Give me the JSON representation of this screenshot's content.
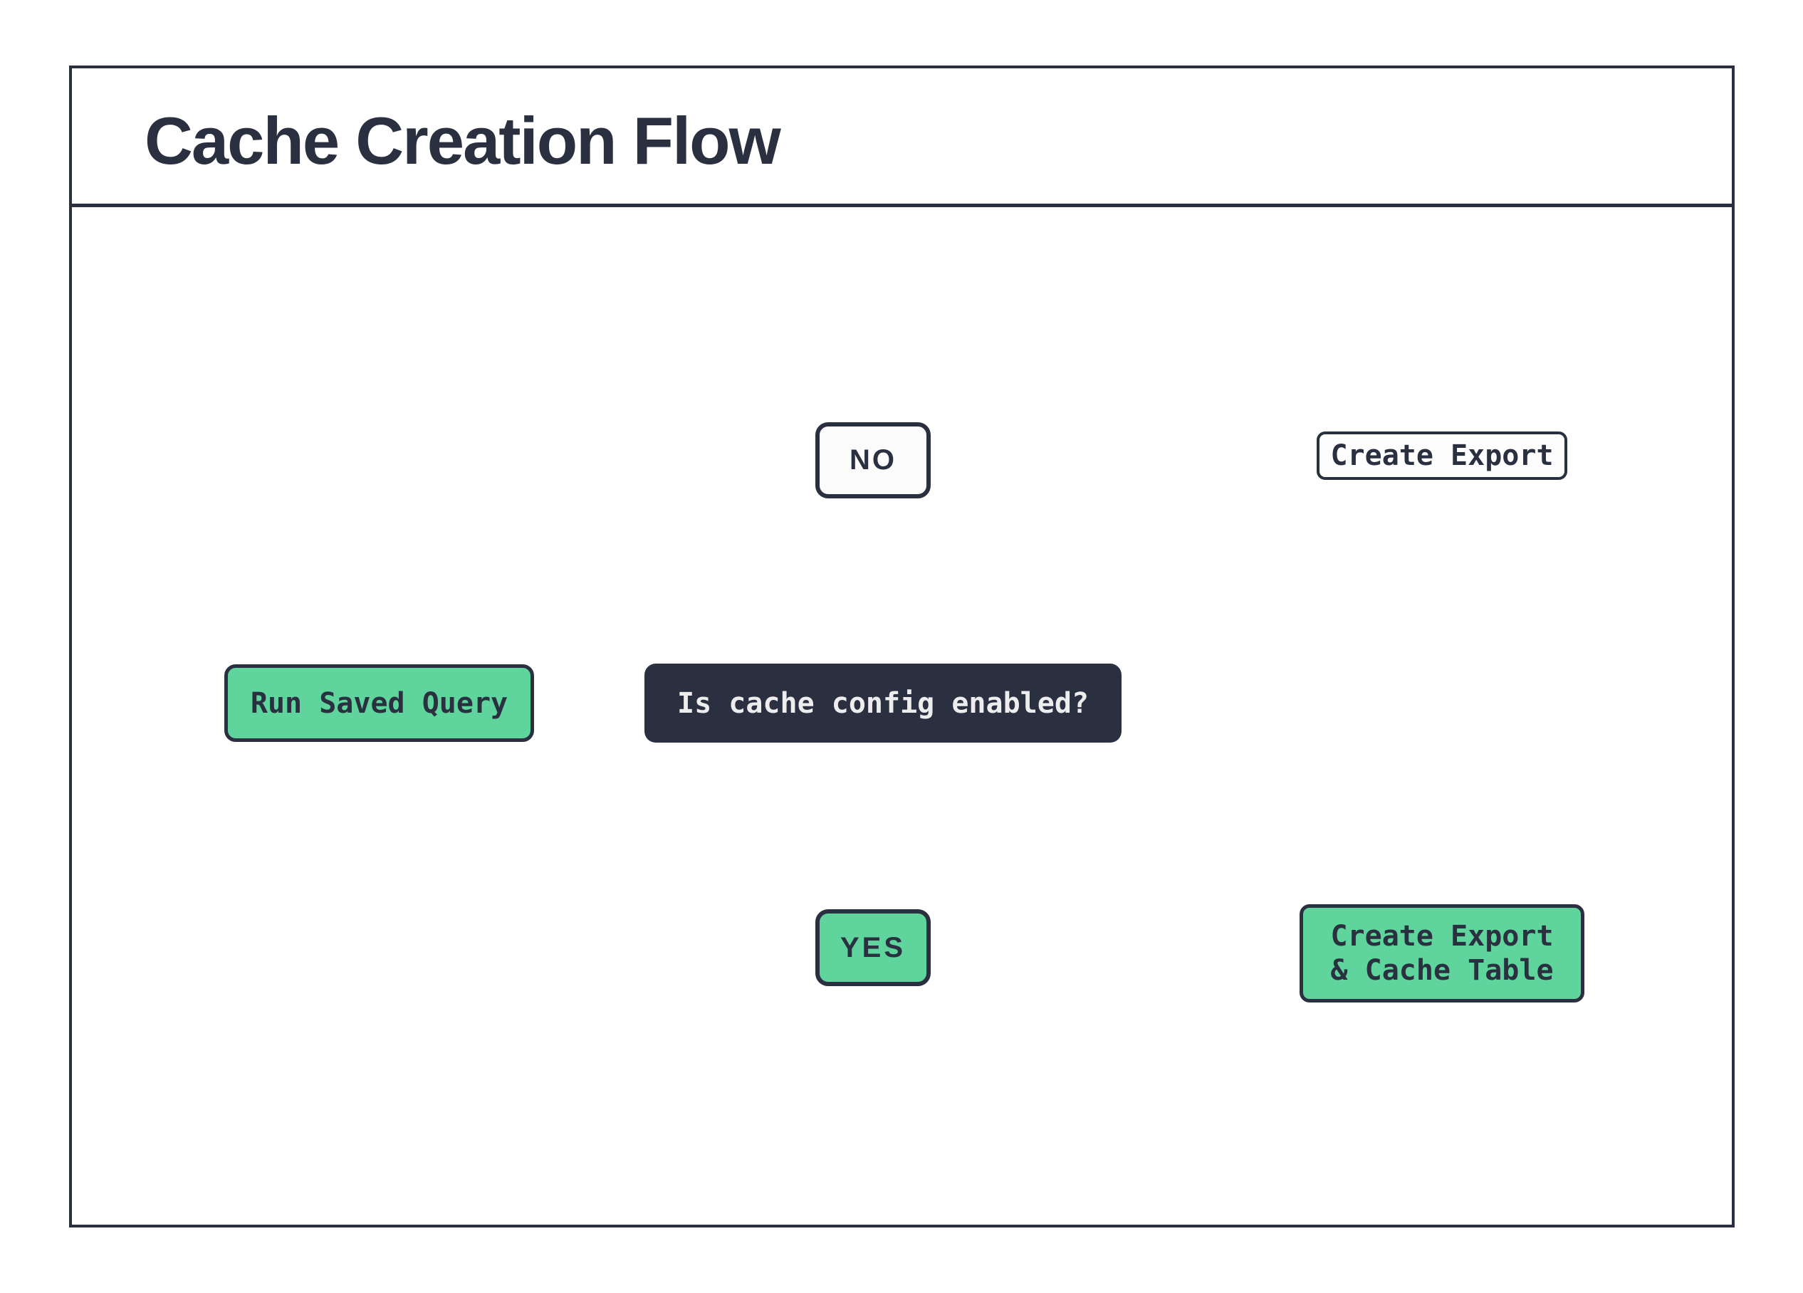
{
  "frame": {
    "title": "Cache Creation Flow"
  },
  "nodes": {
    "start": {
      "label": "Run Saved Query"
    },
    "decision": {
      "label": "Is cache config enabled?"
    },
    "no_branch": {
      "label": "NO"
    },
    "yes_branch": {
      "label": "YES"
    },
    "no_result": {
      "label": "Create Export"
    },
    "yes_result": {
      "line1": "Create Export",
      "line2": "& Cache Table"
    }
  },
  "icons": {
    "top_database": "database-cylinder",
    "bottom_database": "database-cylinder"
  },
  "colors": {
    "navy": "#2A3040",
    "green": "#5FD49C",
    "connector": "#000000",
    "node_white": "#FBFBFB",
    "decision_text": "#EDEDED",
    "background": "#FFFFFF"
  }
}
